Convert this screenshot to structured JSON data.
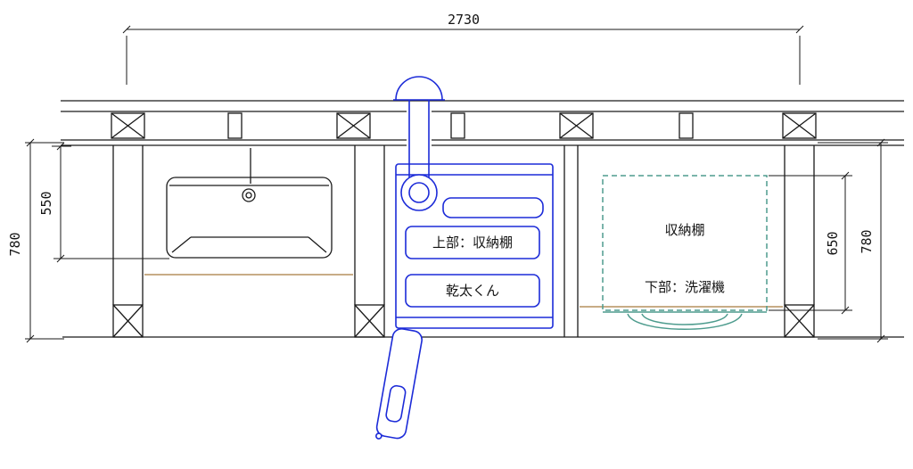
{
  "colors": {
    "line": "#1a1a1a",
    "dryer_blue": "#1c2bd8",
    "storage_teal": "#4e9c8e",
    "counter_tan": "#b5915f",
    "background": "#ffffff"
  },
  "dims": {
    "overall_width": "2730",
    "left_overall_height": "780",
    "sink_height": "550",
    "storage_height": "650",
    "right_overall_height": "780"
  },
  "labels": {
    "dryer_upper": "上部：収納棚",
    "dryer_name": "乾太くん",
    "storage_shelf": "収納棚",
    "washer_lower": "下部：洗濯機"
  }
}
